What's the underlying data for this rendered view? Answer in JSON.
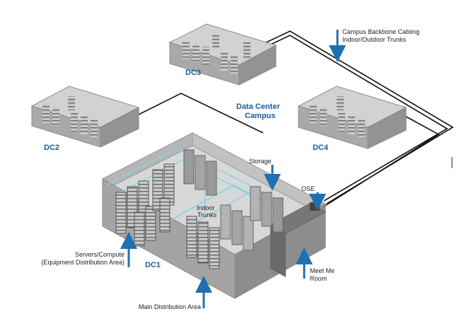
{
  "diagram": {
    "campus_title_line1": "Data Center",
    "campus_title_line2": "Campus",
    "dc1": "DC1",
    "dc2": "DC2",
    "dc3": "DC3",
    "dc4": "DC4",
    "backbone_line1": "Campus Backbone Cabling",
    "backbone_line2": "Indoor/Outdoor Trunks",
    "storage": "Storage",
    "ose": "OSE",
    "indoor_line1": "Indoor",
    "indoor_line2": "Trunks",
    "servers_line1": "Servers/Compute",
    "servers_line2": "(Equipment Distribution Area)",
    "meetme_line1": "Meet Me",
    "meetme_line2": "Room",
    "mda": "Main Distribution Area"
  },
  "colors": {
    "label_blue": "#1c5d99",
    "arrow_blue": "#1f6fb2",
    "cable_cyan": "#7fd3e6",
    "backbone": "#111111"
  }
}
